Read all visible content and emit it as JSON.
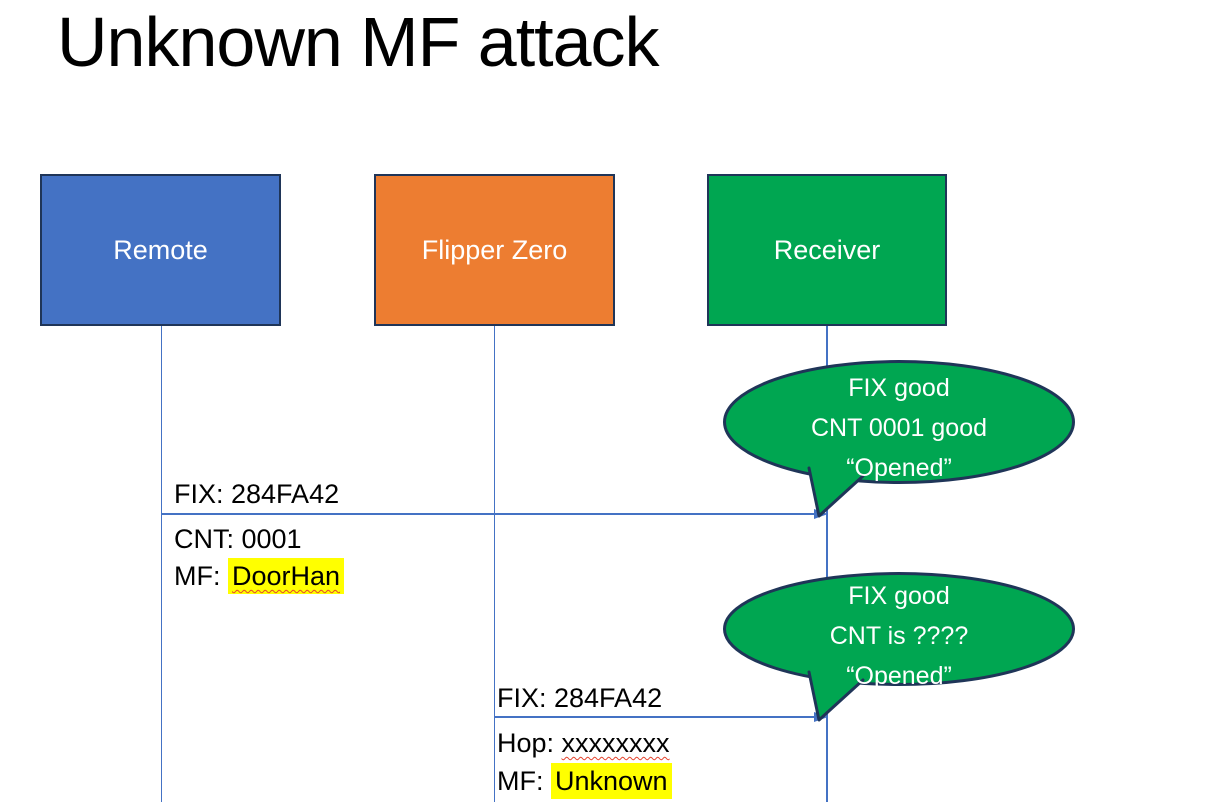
{
  "title": "Unknown MF attack",
  "actors": [
    {
      "label": "Remote",
      "color": "#4472C4"
    },
    {
      "label": "Flipper Zero",
      "color": "#ED7D31"
    },
    {
      "label": "Receiver",
      "color": "#00A651"
    }
  ],
  "messages": [
    {
      "from": "Remote",
      "to": "Receiver",
      "above_label": "FIX: 284FA42",
      "below_label_1": "CNT: 0001",
      "below_label_2_prefix": "MF: ",
      "below_label_2_value": "DoorHan"
    },
    {
      "from": "Flipper Zero",
      "to": "Receiver",
      "above_label": "FIX: 284FA42",
      "below_label_1_prefix": "Hop: ",
      "below_label_1_value": "xxxxxxxx",
      "below_label_2_prefix": "MF: ",
      "below_label_2_value": "Unknown"
    }
  ],
  "callouts": [
    {
      "lines": [
        "FIX good",
        "CNT 0001 good",
        "“Opened”"
      ]
    },
    {
      "lines": [
        "FIX good",
        "CNT is ????",
        "“Opened”"
      ]
    }
  ],
  "colors": {
    "actor_blue": "#4472C4",
    "actor_orange": "#ED7D31",
    "actor_green": "#00A651",
    "outline_navy": "#1F3558",
    "line_blue": "#4472C4",
    "highlight_yellow": "#FFFF00",
    "squiggle_red": "#E5432D",
    "bubble_green": "#00A651"
  }
}
